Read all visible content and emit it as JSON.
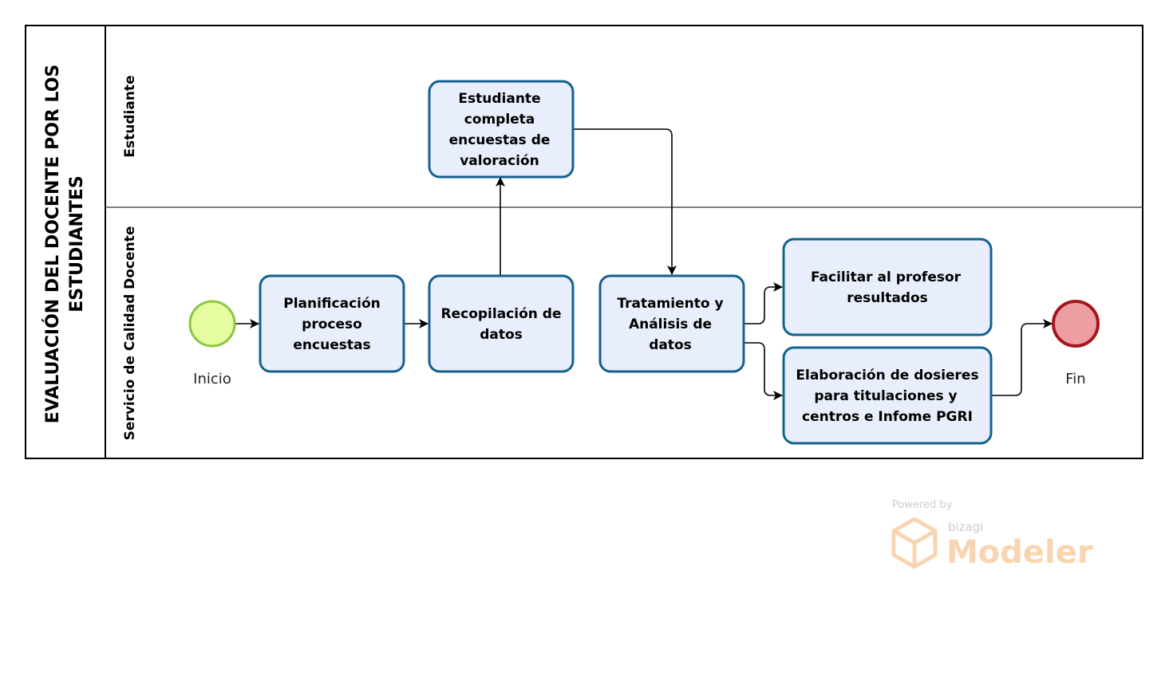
{
  "pool": {
    "title_line1": "EVALUACIÓN DEL DOCENTE POR LOS",
    "title_line2": "ESTUDIANTES"
  },
  "lanes": [
    {
      "label": "Estudiante"
    },
    {
      "label": "Servicio de Calidad Docente"
    }
  ],
  "events": {
    "start": {
      "label": "Inicio"
    },
    "end": {
      "label": "Fin"
    }
  },
  "tasks": {
    "planificacion": {
      "lines": [
        "Planificación",
        "proceso",
        "encuestas"
      ]
    },
    "recopilacion": {
      "lines": [
        "Recopilación de",
        "datos"
      ]
    },
    "estudiante": {
      "lines": [
        "Estudiante",
        "completa",
        "encuestas de",
        "valoración"
      ]
    },
    "tratamiento": {
      "lines": [
        "Tratamiento y",
        "Análisis de",
        "datos"
      ]
    },
    "facilitar": {
      "lines": [
        "Facilitar al profesor",
        "resultados"
      ]
    },
    "elaboracion": {
      "lines": [
        "Elaboración de dosieres",
        "para titulaciones y",
        "centros e Infome PGRI"
      ]
    }
  },
  "watermark": {
    "powered_by": "Powered by",
    "brand": "bizagi",
    "product": "Modeler"
  },
  "colors": {
    "task_fill": "#e8eefb",
    "task_stroke": "#13618f",
    "start_fill": "#e6fca0",
    "start_stroke": "#8cc63f",
    "end_fill": "#ed9ea2",
    "end_stroke": "#a5161c",
    "watermark": "#f8d1a8"
  }
}
